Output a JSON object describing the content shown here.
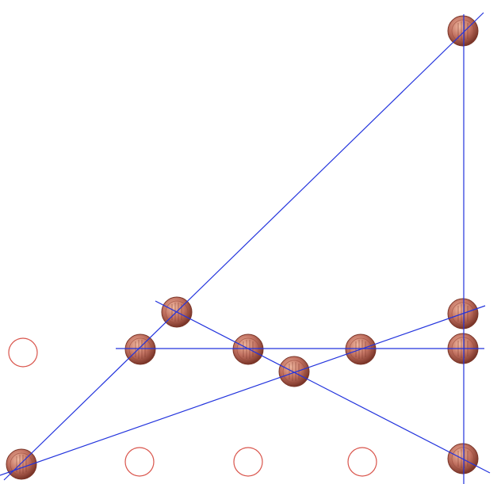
{
  "puzzle": {
    "coins": [
      {
        "id": "c1",
        "slot": "top-right"
      },
      {
        "id": "c2",
        "slot": "upper-mid"
      },
      {
        "id": "c3",
        "slot": "row1-col2"
      },
      {
        "id": "c4",
        "slot": "row1-col3"
      },
      {
        "id": "c5",
        "slot": "row1-col4"
      },
      {
        "id": "c6",
        "slot": "row1-col5"
      },
      {
        "id": "c7",
        "slot": "right-upper"
      },
      {
        "id": "c8",
        "slot": "center-lower"
      },
      {
        "id": "c9",
        "slot": "bottom-left"
      },
      {
        "id": "c10",
        "slot": "bottom-right"
      }
    ],
    "empty_slots": [
      "row1-col1",
      "row2-col2",
      "row2-col3",
      "row2-col4"
    ],
    "lines": 5,
    "colors": {
      "line": "#2233dd",
      "empty_slot": "#d9544b",
      "coin_base": "#c07060",
      "coin_highlight": "#f0b8a0",
      "coin_shadow": "#7a3528"
    }
  }
}
